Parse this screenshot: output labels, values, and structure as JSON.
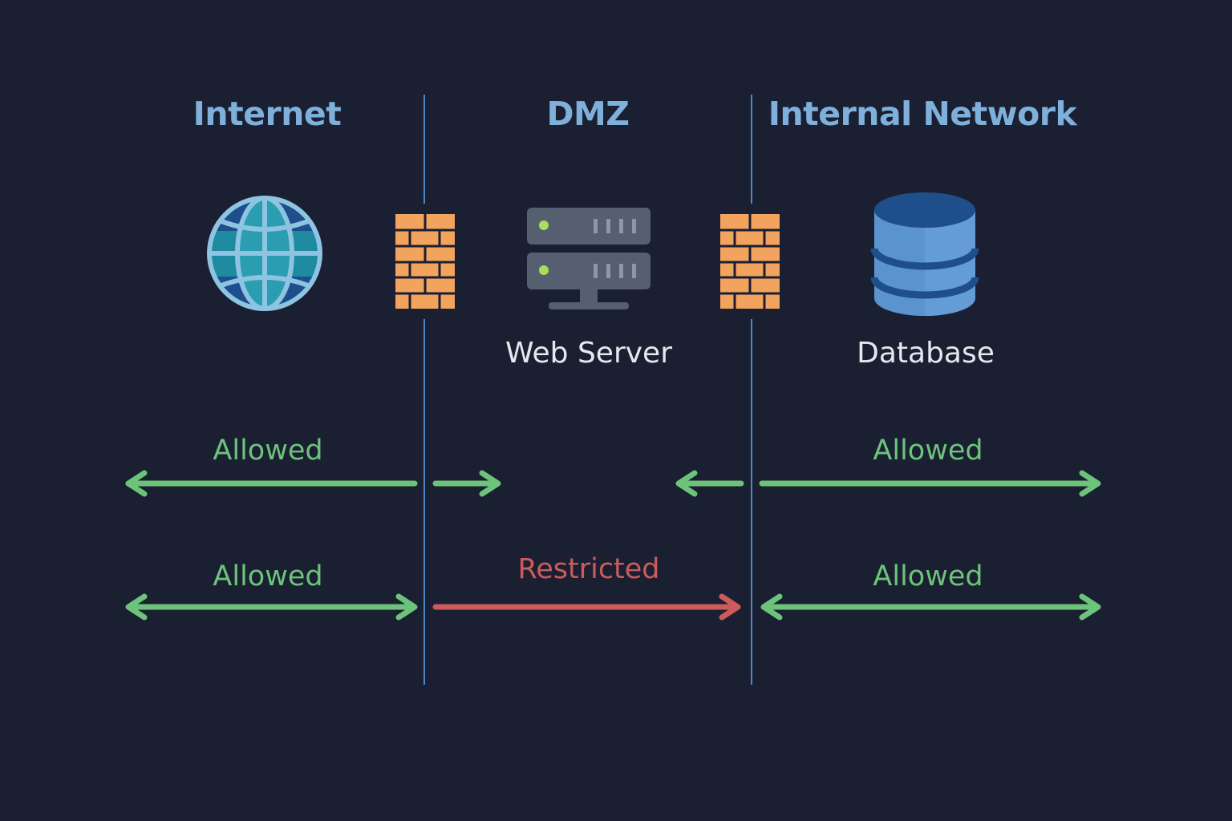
{
  "zones": {
    "internet": "Internet",
    "dmz": "DMZ",
    "internal": "Internal Network"
  },
  "nodes": {
    "web_server": "Web Server",
    "database": "Database"
  },
  "flows": {
    "internet_row1": "Allowed",
    "internal_row1": "Allowed",
    "internet_row2": "Allowed",
    "dmz_row2": "Restricted",
    "internal_row2": "Allowed"
  },
  "colors": {
    "background": "#1b1f32",
    "zone_title": "#7fb0dc",
    "divider": "#4f86c6",
    "allowed": "#6cc47a",
    "restricted": "#cc5c5c",
    "firewall": "#f2a35e",
    "server": "#555f70",
    "database": "#5b93cf"
  },
  "icons": [
    "globe-icon",
    "firewall-icon",
    "server-icon",
    "database-icon"
  ]
}
